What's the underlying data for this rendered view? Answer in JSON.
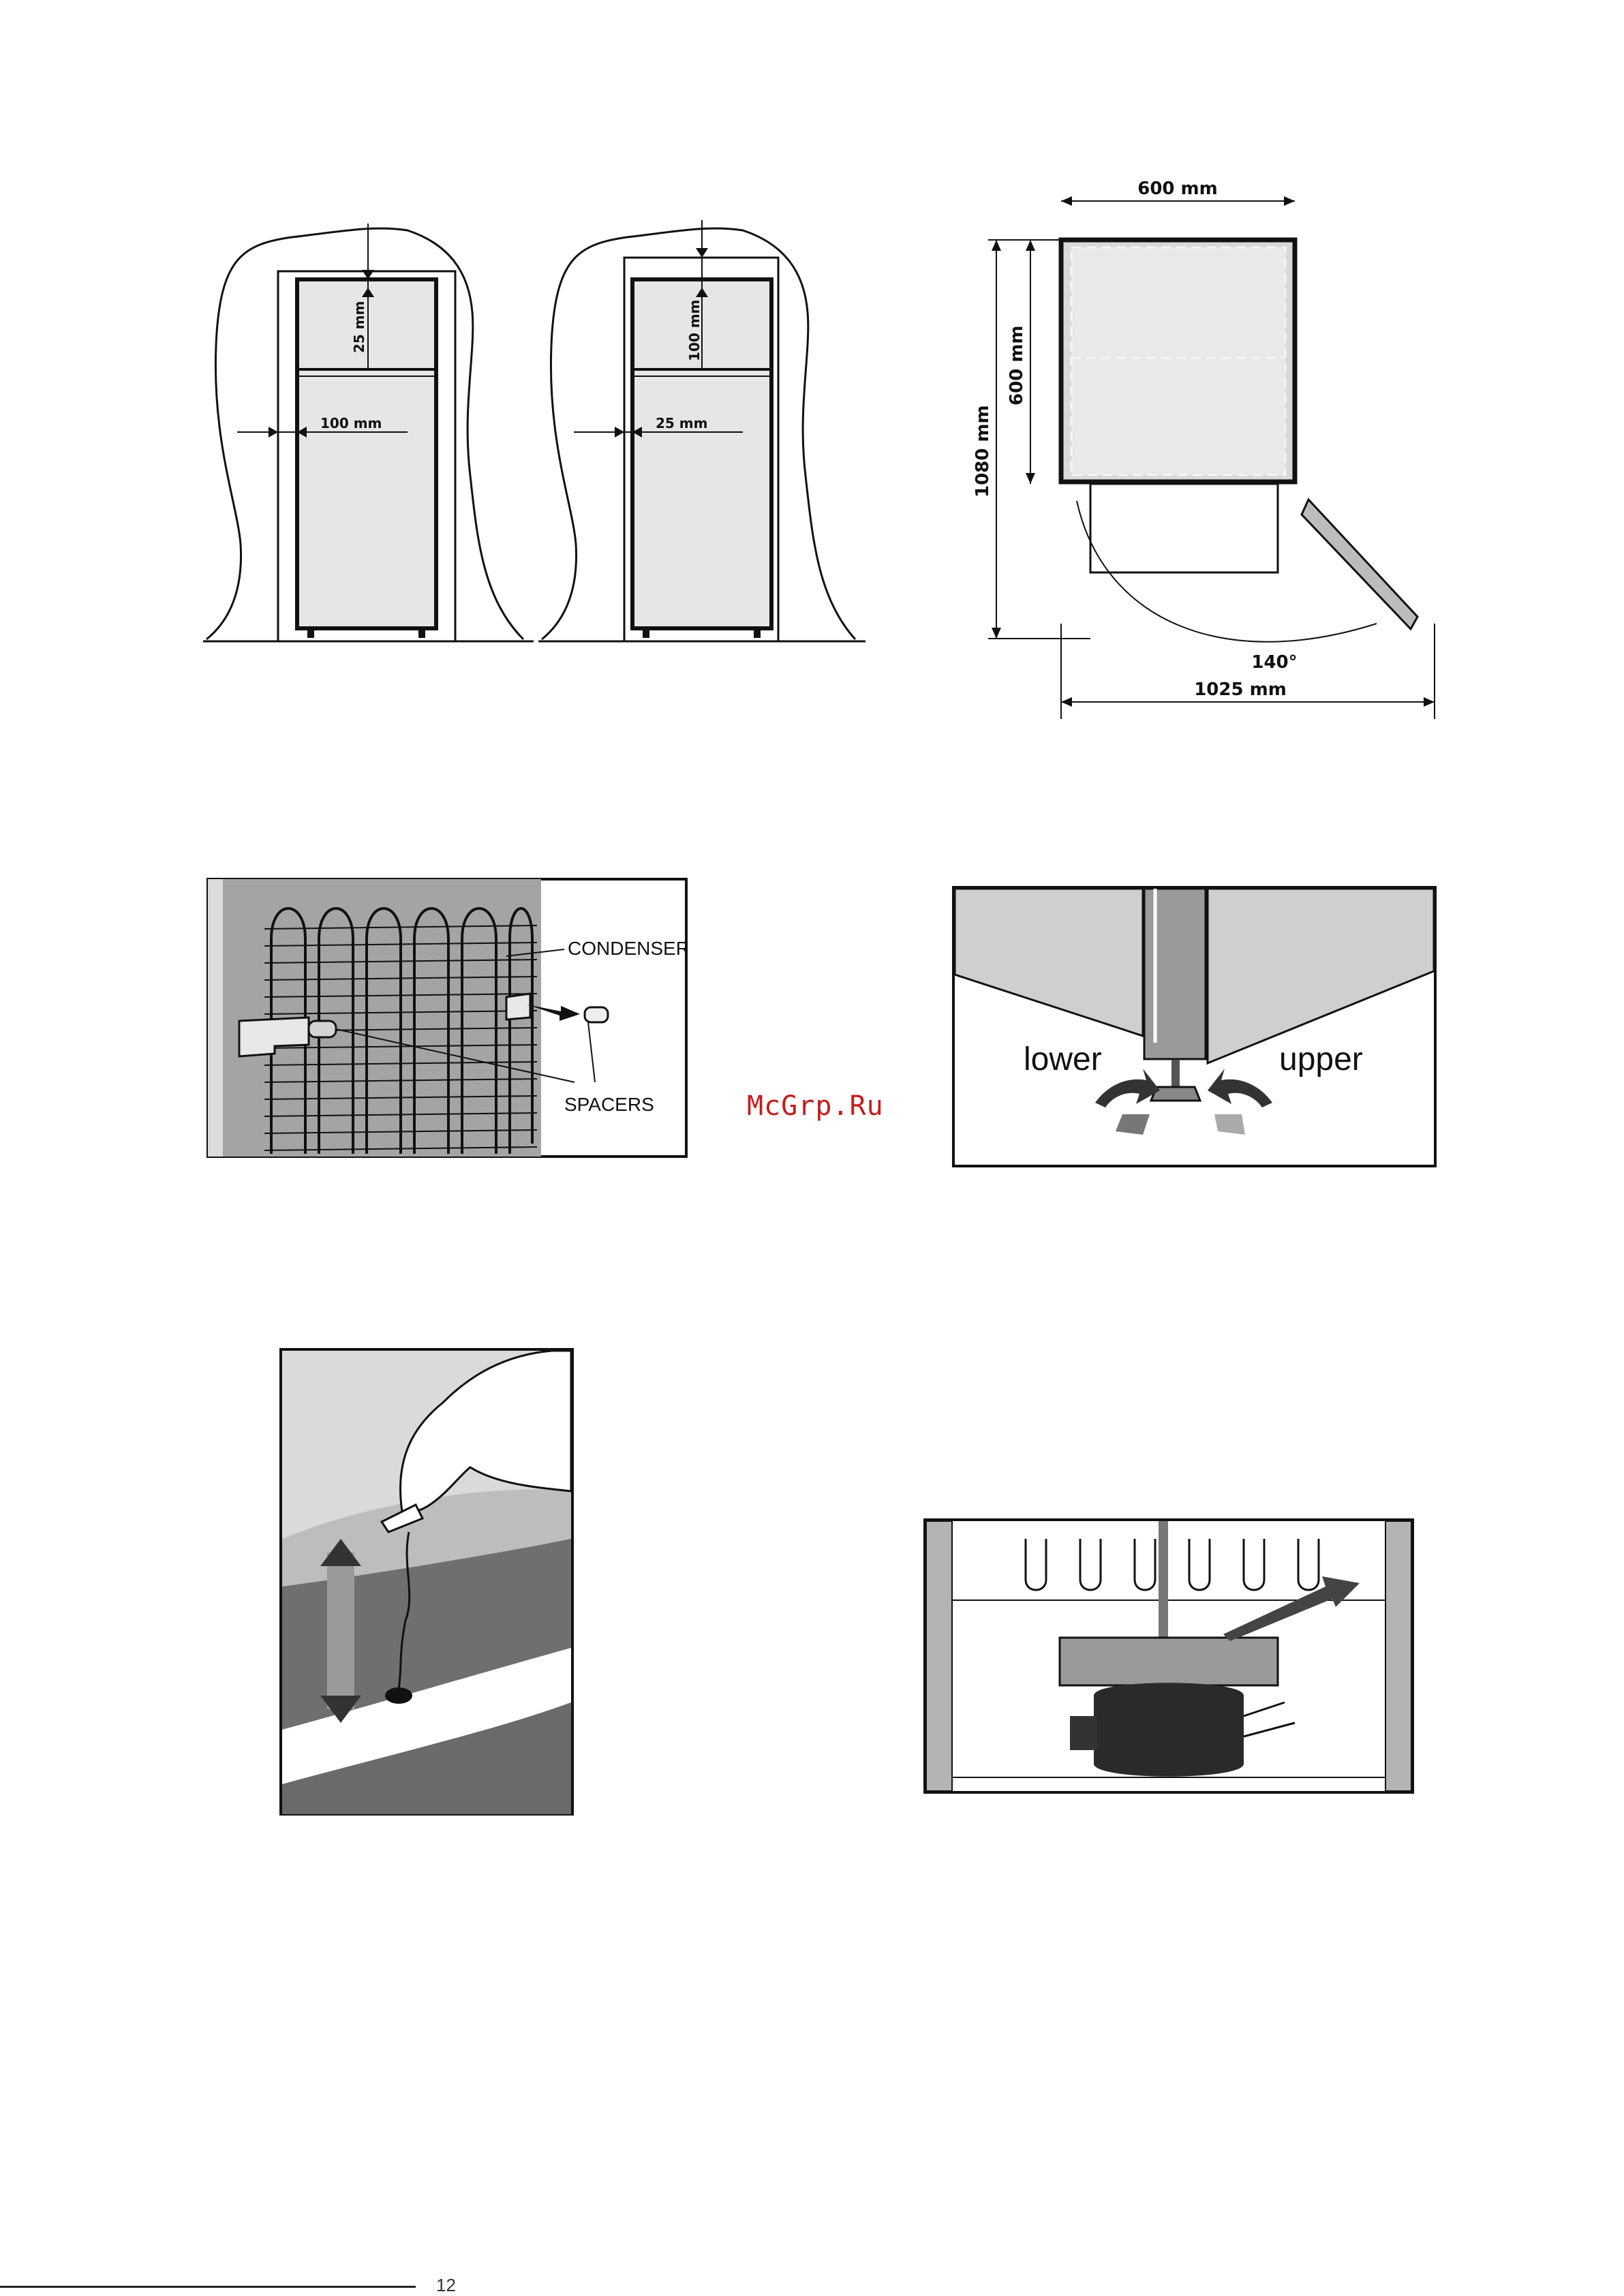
{
  "clearance_figures": {
    "left": {
      "top_gap": "25 mm",
      "side_gap": "100 mm"
    },
    "right": {
      "top_gap": "100 mm",
      "side_gap": "25 mm"
    }
  },
  "dimensions_figure": {
    "width": "600 mm",
    "depth": "600 mm",
    "depth_open": "1080 mm",
    "angle": "140°",
    "total_width": "1025 mm"
  },
  "condenser_figure": {
    "condenser_label": "CONDENSER",
    "spacers_label": "SPACERS"
  },
  "feet_figure": {
    "lower_label": "lower",
    "upper_label": "upper"
  },
  "watermark": "McGrp.Ru",
  "footer": {
    "page_number": "12"
  }
}
